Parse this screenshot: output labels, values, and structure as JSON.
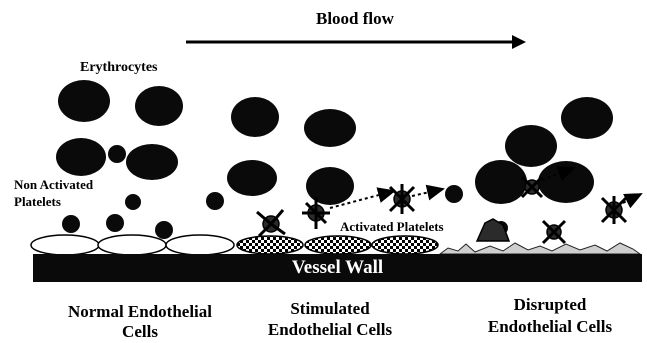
{
  "labels": {
    "blood_flow": "Blood flow",
    "erythrocytes": "Erythrocytes",
    "non_activated_platelets_line1": "Non Activated",
    "non_activated_platelets_line2": "Platelets",
    "activated_platelets": "Activated Platelets",
    "vessel_wall": "Vessel Wall"
  },
  "regions": [
    {
      "line1": "Normal Endothelial",
      "line2": "Cells"
    },
    {
      "line1": "Stimulated",
      "line2": "Endothelial Cells"
    },
    {
      "line1": "Disrupted",
      "line2": "Endothelial Cells"
    }
  ],
  "colors": {
    "erythrocyte": "#0a0a0a",
    "vessel_wall": "#0a0a0a",
    "activated_platelet": "#2b2b2b",
    "stimulated_cell_pattern": "#000000"
  }
}
